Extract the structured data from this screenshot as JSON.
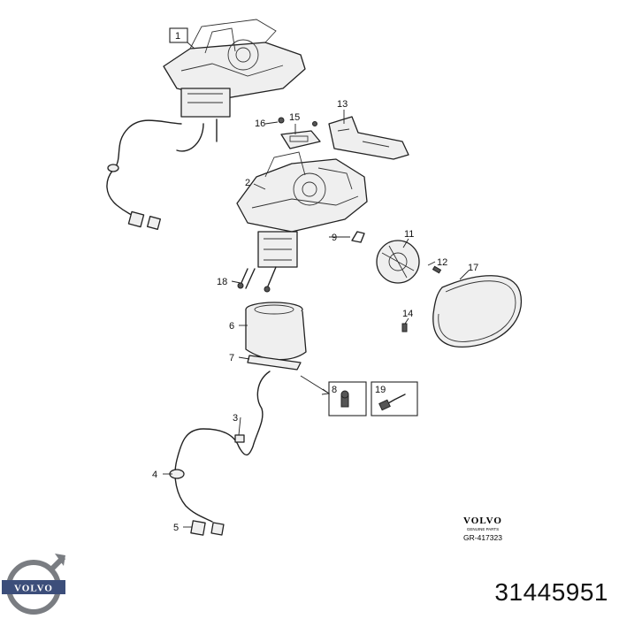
{
  "callouts": {
    "c1": "1",
    "c2": "2",
    "c3": "3",
    "c4": "4",
    "c5": "5",
    "c6": "6",
    "c7": "7",
    "c8": "8",
    "c9": "9",
    "c11": "11",
    "c12": "12",
    "c13": "13",
    "c14": "14",
    "c15": "15",
    "c16": "16",
    "c17": "17",
    "c18": "18",
    "c19": "19"
  },
  "brand": {
    "wordmark": "VOLVO",
    "subtext": "GENUINE PARTS",
    "drawing_ref": "GR-417323",
    "logo_word": "VOLVO"
  },
  "part_number": "31445951"
}
